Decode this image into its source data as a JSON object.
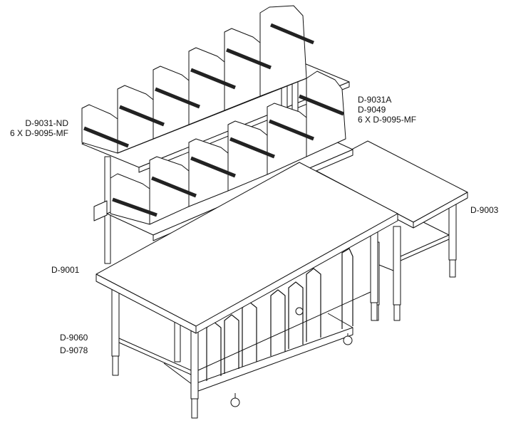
{
  "labels": {
    "upper_shelf_left": [
      "D-9031-ND",
      "6 X D-9095-MF"
    ],
    "upper_shelf_right": [
      "D-9031A",
      "D-9049",
      "6 X D-9095-MF"
    ],
    "side_table": "D-9003",
    "main_table": "D-9001",
    "cart": [
      "D-9060",
      "D-9078"
    ]
  }
}
